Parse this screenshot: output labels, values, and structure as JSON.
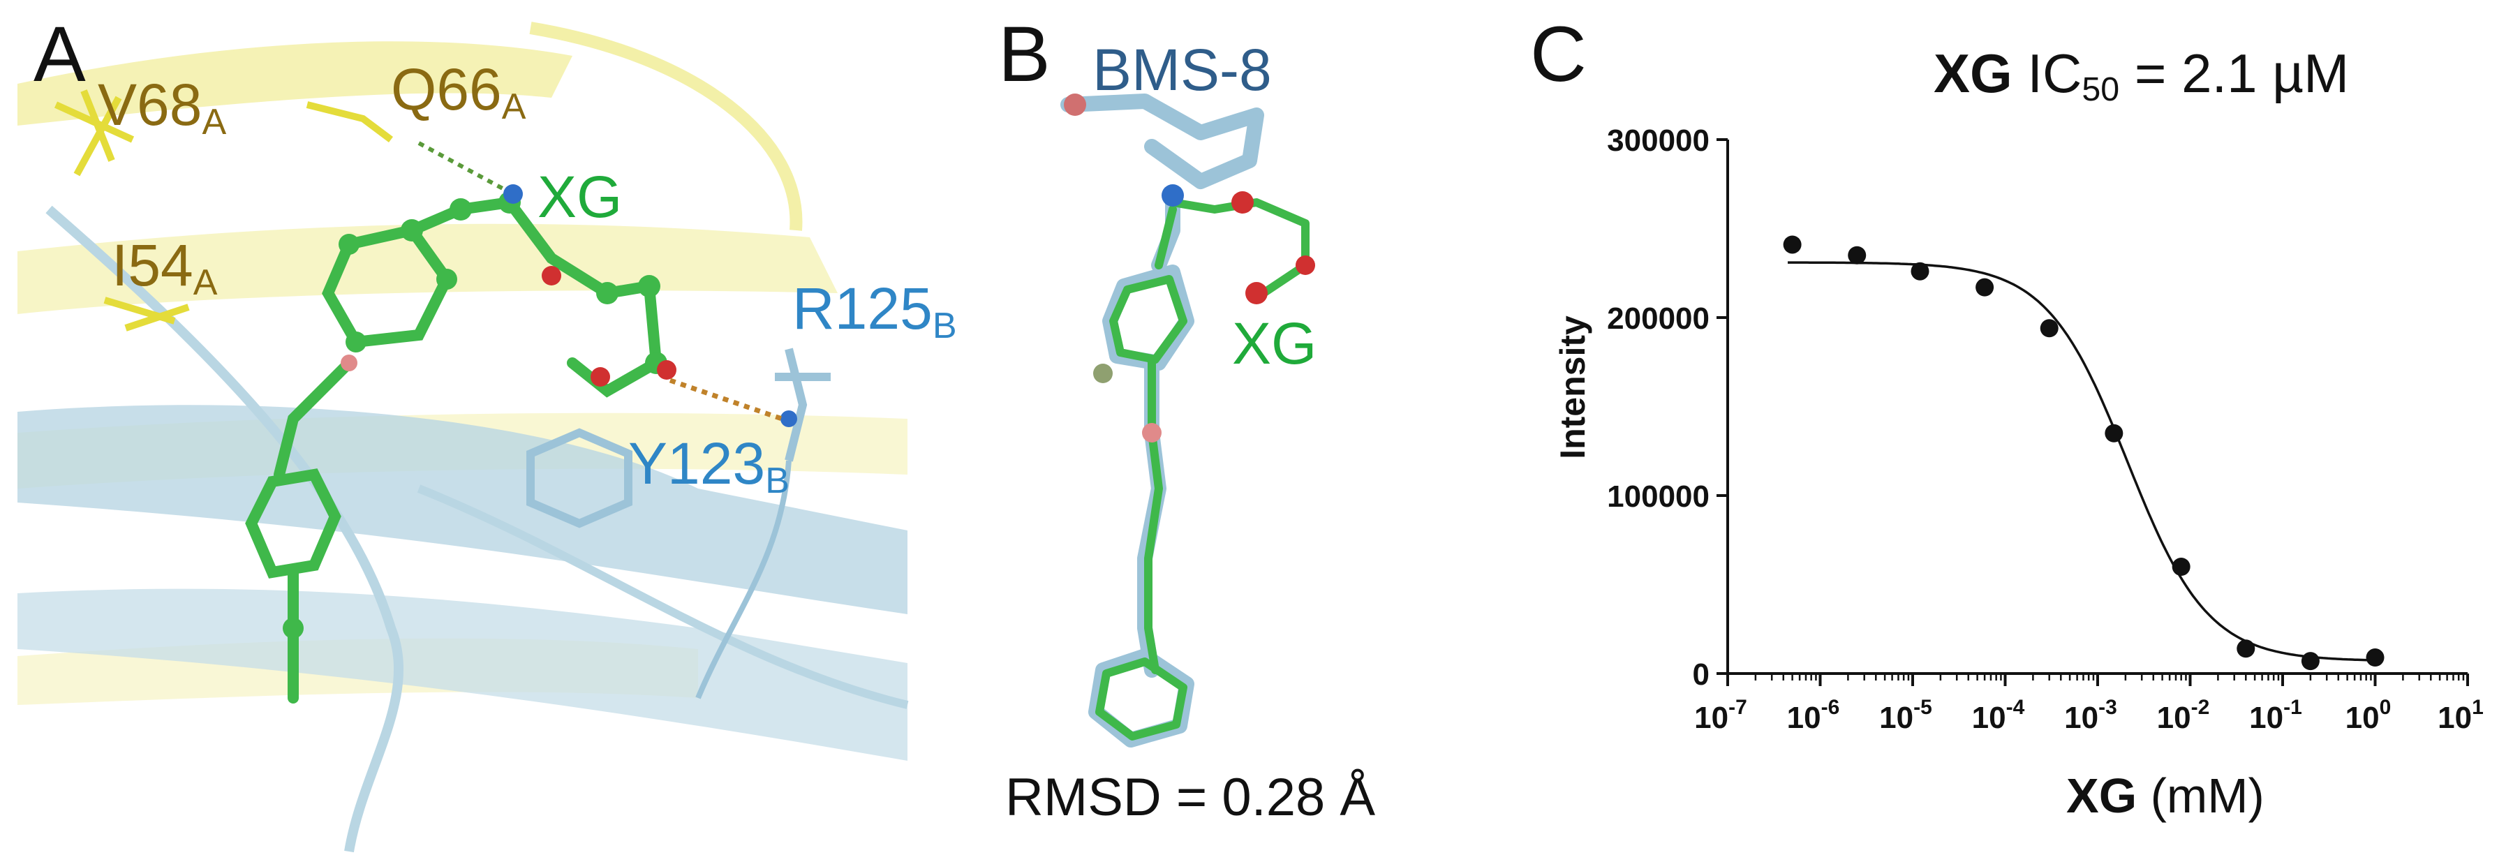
{
  "panels": {
    "a": {
      "letter": "A",
      "labels": {
        "v68": {
          "name": "V68",
          "sub": "A"
        },
        "q66": {
          "name": "Q66",
          "sub": "A"
        },
        "i54": {
          "name": "I54",
          "sub": "A"
        },
        "xg": "XG",
        "r125": {
          "name": "R125",
          "sub": "B"
        },
        "y123": {
          "name": "Y123",
          "sub": "B"
        }
      }
    },
    "b": {
      "letter": "B",
      "bms": "BMS-8",
      "xg": "XG",
      "rmsd": "RMSD = 0.28 Å"
    },
    "c": {
      "letter": "C"
    }
  },
  "colors": {
    "gold": "#8a6a12",
    "blue": "#2f86c6",
    "green": "#1faa3a",
    "ligand_blue": "#9cc3d8",
    "ribbon_yellow": "#f3f0a8",
    "ribbon_blue": "#b9d6e3"
  },
  "chart_data": {
    "type": "scatter",
    "title": {
      "bold": "XG",
      "rest": "IC",
      "sub": "50",
      "tail": " = 2.1 µM"
    },
    "xlabel": {
      "bold": "XG",
      "rest": " (mM)"
    },
    "ylabel": "Intensity",
    "x_scale": "log",
    "xlim": [
      1e-07,
      10
    ],
    "ylim": [
      0,
      300000
    ],
    "yticks": [
      0,
      100000,
      200000,
      300000
    ],
    "ytick_labels": [
      "0",
      "100000",
      "200000",
      "300000"
    ],
    "xtick_exponents": [
      "-7",
      "-6",
      "-5",
      "-4",
      "-3",
      "-2",
      "-1",
      "0",
      "1"
    ],
    "x": [
      5e-07,
      2.5e-06,
      1.2e-05,
      6e-05,
      0.0003,
      0.0015,
      0.008,
      0.04,
      0.2,
      1.0
    ],
    "y": [
      241000,
      235000,
      226000,
      217000,
      194000,
      135000,
      60000,
      14000,
      7000,
      9000
    ],
    "fit": {
      "top": 231000,
      "bottom": 7000,
      "ic50_mM": 0.0021,
      "hill": 1.0
    }
  }
}
